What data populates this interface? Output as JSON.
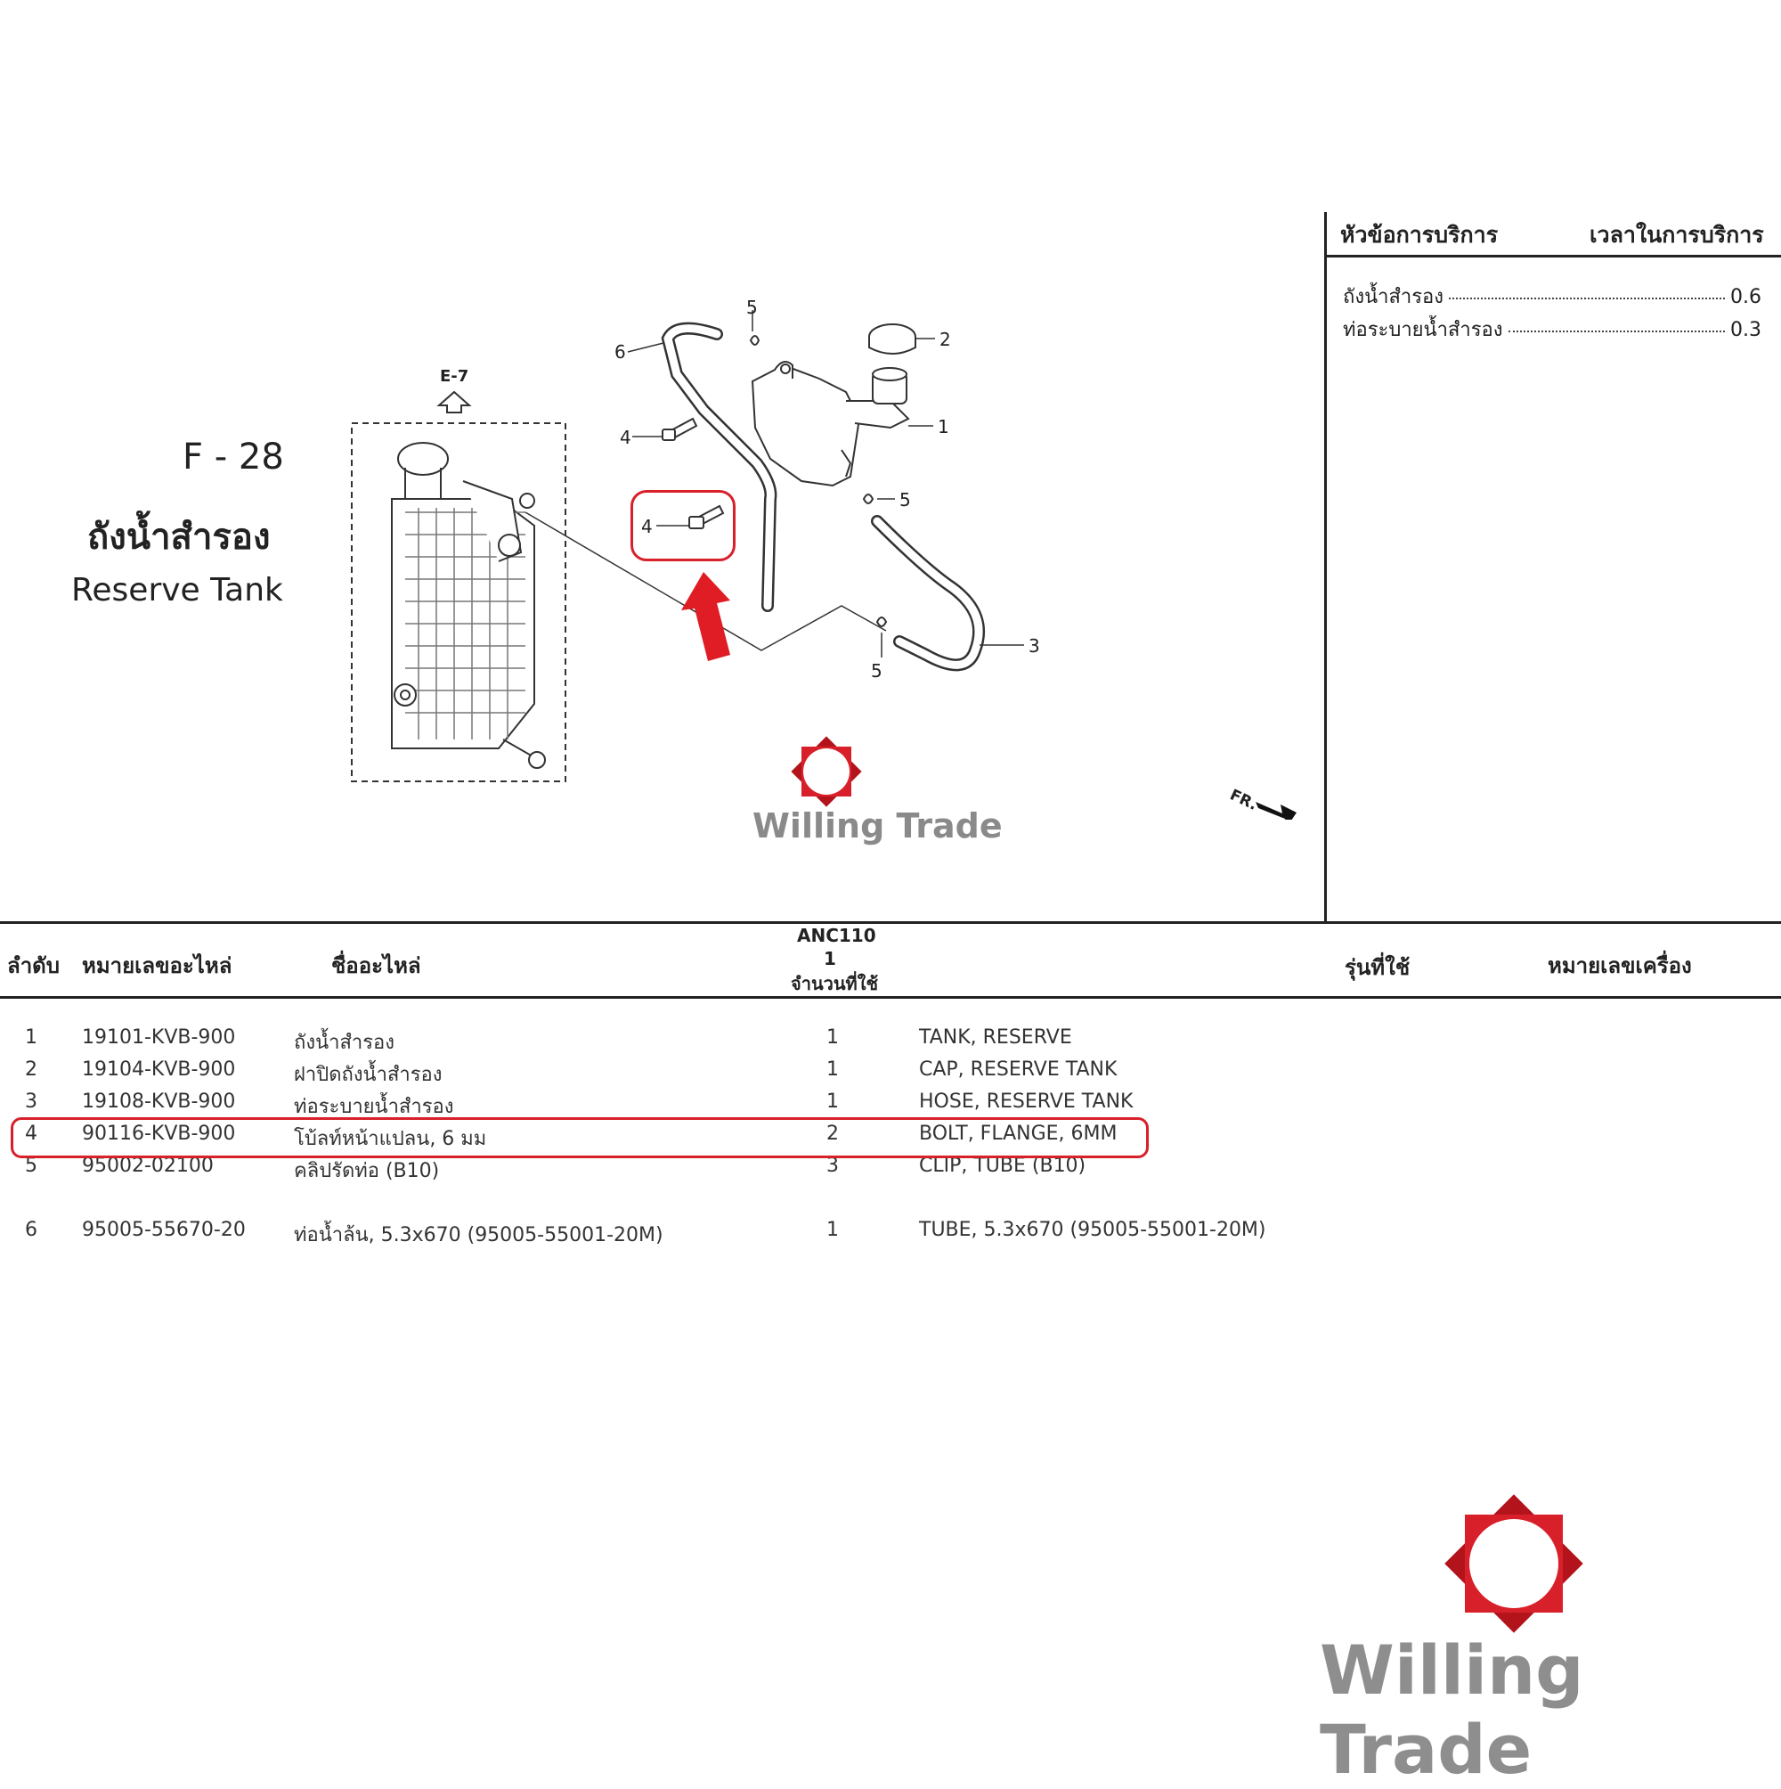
{
  "section": {
    "code": "F - 28",
    "title_th": "ถังน้ำสำรอง",
    "title_en": "Reserve Tank"
  },
  "diagram": {
    "ref_label": "E-7",
    "fr_label": "FR.",
    "callouts": [
      "1",
      "2",
      "3",
      "4",
      "4",
      "5",
      "5",
      "5",
      "6"
    ]
  },
  "service": {
    "header_topic": "หัวข้อการบริการ",
    "header_time": "เวลาในการบริการ",
    "rows": [
      {
        "topic": "ถังน้ำสำรอง",
        "time": "0.6"
      },
      {
        "topic": "ท่อระบายน้ำสำรอง",
        "time": "0.3"
      }
    ]
  },
  "table": {
    "headers": {
      "no": "ลำดับ",
      "part_no": "หมายเลขอะไหล่",
      "name": "ชื่ออะไหล่",
      "model": "ANC110",
      "model_num": "1",
      "qty": "จำนวนที่ใช้",
      "usage": "รุ่นที่ใช้",
      "engine_no": "หมายเลขเครื่อง"
    },
    "rows": [
      {
        "no": "1",
        "part_no": "19101-KVB-900",
        "name_th": "ถังน้ำสำรอง",
        "qty": "1",
        "name_en": "TANK, RESERVE"
      },
      {
        "no": "2",
        "part_no": "19104-KVB-900",
        "name_th": "ฝาปิดถังน้ำสำรอง",
        "qty": "1",
        "name_en": "CAP, RESERVE TANK"
      },
      {
        "no": "3",
        "part_no": "19108-KVB-900",
        "name_th": "ท่อระบายน้ำสำรอง",
        "qty": "1",
        "name_en": "HOSE, RESERVE TANK"
      },
      {
        "no": "4",
        "part_no": "90116-KVB-900",
        "name_th": "โบ้ลท์หน้าแปลน, 6 มม",
        "qty": "2",
        "name_en": "BOLT, FLANGE, 6MM"
      },
      {
        "no": "5",
        "part_no": "95002-02100",
        "name_th": "คลิปรัดท่อ (B10)",
        "qty": "3",
        "name_en": "CLIP, TUBE (B10)"
      },
      {
        "no": "6",
        "part_no": "95005-55670-20",
        "name_th": "ท่อน้ำล้น, 5.3x670 (95005-55001-20M)",
        "qty": "1",
        "name_en": "TUBE, 5.3x670 (95005-55001-20M)"
      }
    ]
  },
  "brand": {
    "name": "Willing Trade",
    "accent": "#d8202a",
    "logo_color": "#b3141c"
  }
}
